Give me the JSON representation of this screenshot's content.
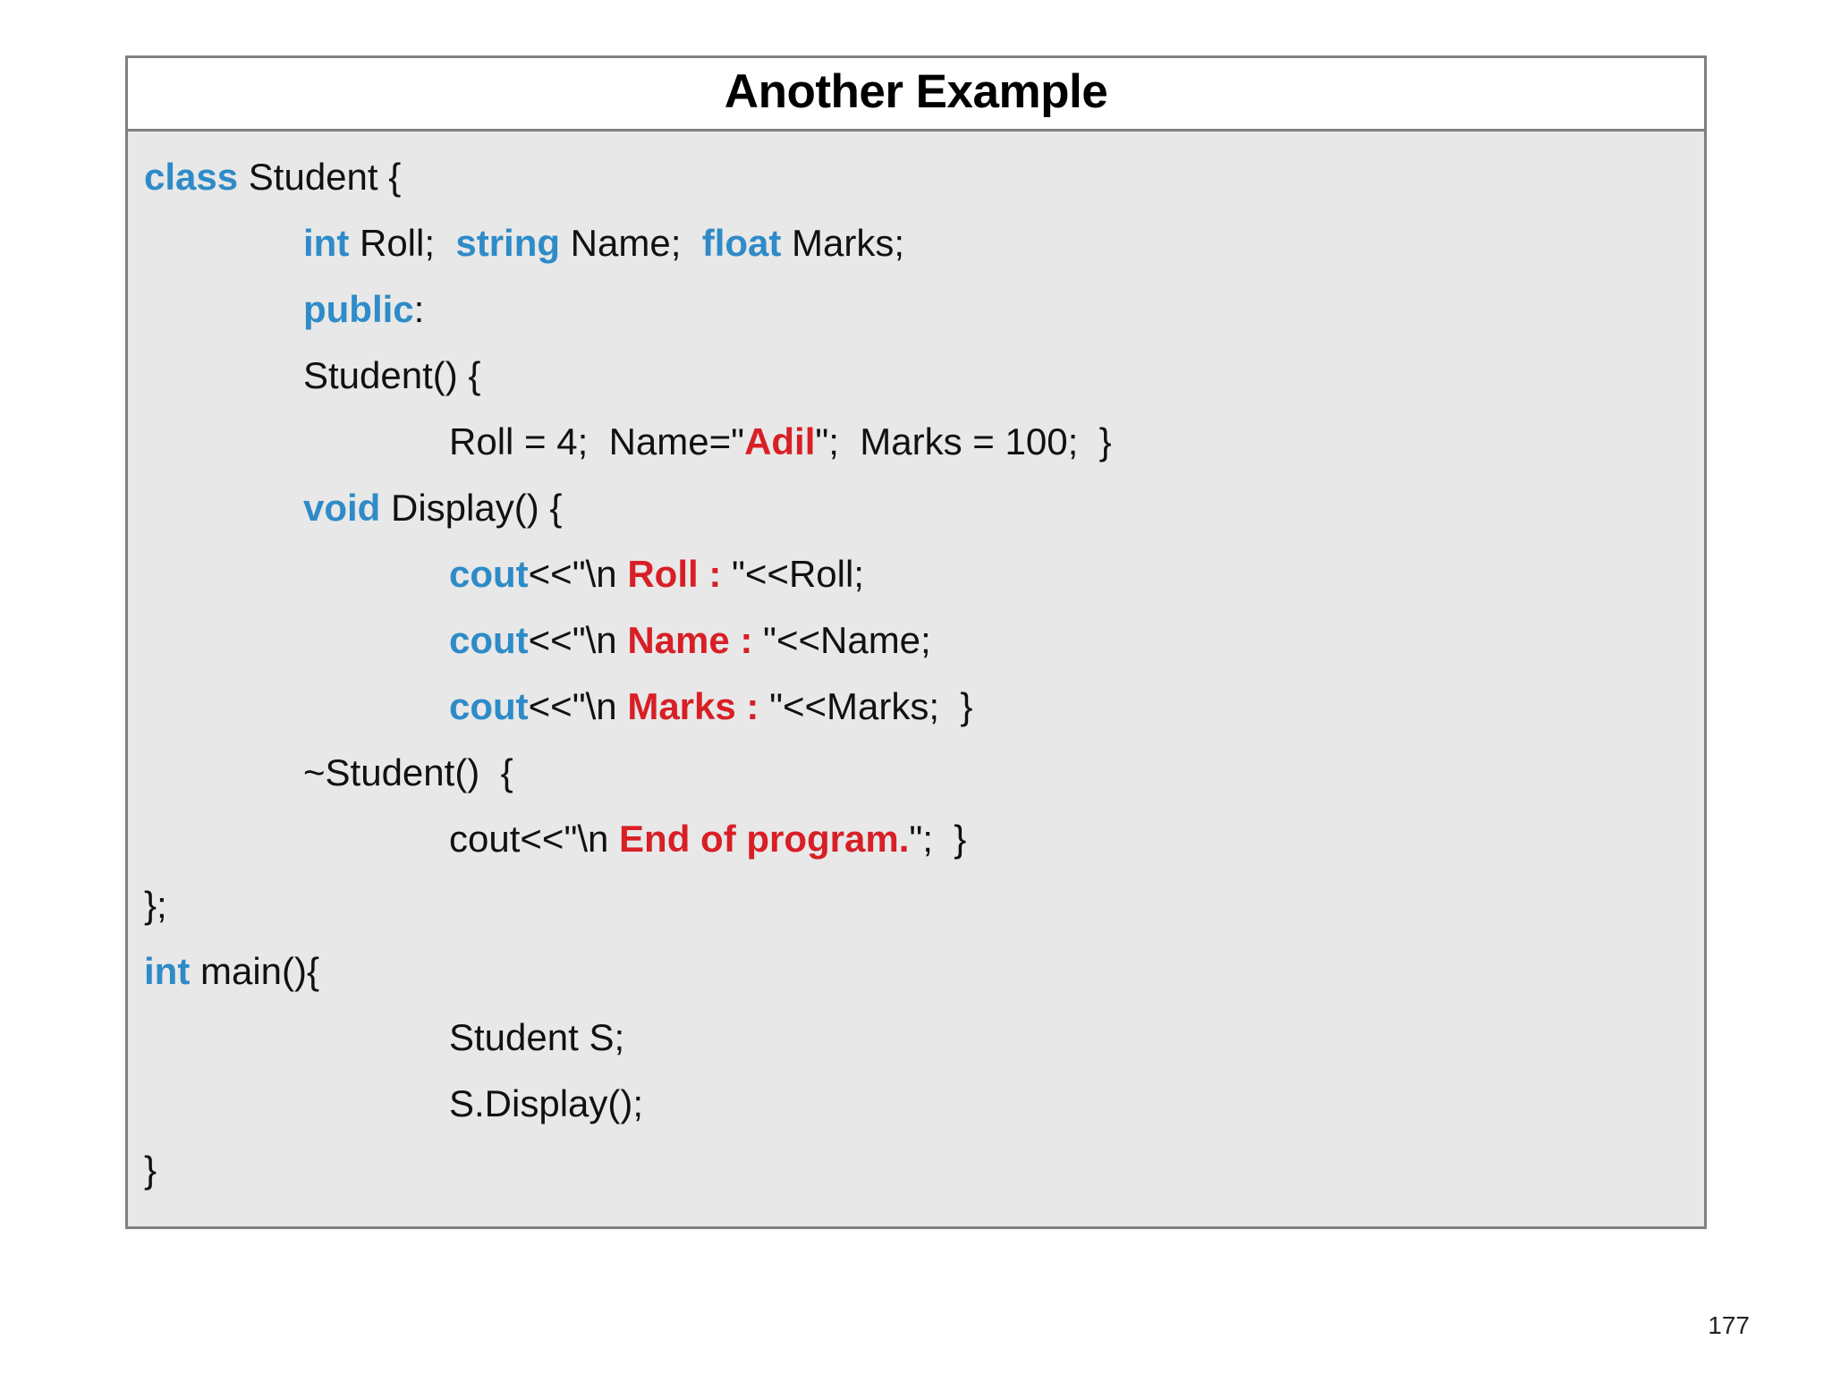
{
  "slide": {
    "title": "Another Example",
    "page_number": "177",
    "colors": {
      "background": "#e8e8e8",
      "border": "#808080",
      "title_band": "#ffffff",
      "keyword_blue": "#2e8bc8",
      "string_red": "#d81f26",
      "plain_black": "#111111"
    }
  },
  "code": {
    "language": "cpp",
    "lines": [
      {
        "indent": 0,
        "tokens": [
          {
            "t": "class",
            "s": "kw"
          },
          {
            "t": " Student {",
            "s": "blk"
          }
        ]
      },
      {
        "indent": 1,
        "tokens": [
          {
            "t": "int",
            "s": "kw"
          },
          {
            "t": " Roll;  ",
            "s": "blk"
          },
          {
            "t": "string",
            "s": "kw"
          },
          {
            "t": " Name;  ",
            "s": "blk"
          },
          {
            "t": "float",
            "s": "kw"
          },
          {
            "t": " Marks;",
            "s": "blk"
          }
        ]
      },
      {
        "indent": 1,
        "tokens": [
          {
            "t": "public",
            "s": "kw"
          },
          {
            "t": ":",
            "s": "blk"
          }
        ]
      },
      {
        "indent": 1,
        "tokens": [
          {
            "t": "Student() {",
            "s": "blk"
          }
        ]
      },
      {
        "indent": 2,
        "tokens": [
          {
            "t": "Roll = 4;  Name=\"",
            "s": "blk"
          },
          {
            "t": "Adil",
            "s": "str"
          },
          {
            "t": "\";  Marks = 100;  }",
            "s": "blk"
          }
        ]
      },
      {
        "indent": 1,
        "tokens": [
          {
            "t": "void",
            "s": "kw"
          },
          {
            "t": " Display() {",
            "s": "blk"
          }
        ]
      },
      {
        "indent": 2,
        "tokens": [
          {
            "t": "cout",
            "s": "kw"
          },
          {
            "t": "<<\"\\n ",
            "s": "blk"
          },
          {
            "t": "Roll : ",
            "s": "str"
          },
          {
            "t": "\"<<Roll;",
            "s": "blk"
          }
        ]
      },
      {
        "indent": 2,
        "tokens": [
          {
            "t": "cout",
            "s": "kw"
          },
          {
            "t": "<<\"\\n ",
            "s": "blk"
          },
          {
            "t": "Name : ",
            "s": "str"
          },
          {
            "t": "\"<<Name;",
            "s": "blk"
          }
        ]
      },
      {
        "indent": 2,
        "tokens": [
          {
            "t": "cout",
            "s": "kw"
          },
          {
            "t": "<<\"\\n ",
            "s": "blk"
          },
          {
            "t": "Marks : ",
            "s": "str"
          },
          {
            "t": "\"<<Marks;  }",
            "s": "blk"
          }
        ]
      },
      {
        "indent": 1,
        "tokens": [
          {
            "t": "~Student()  {",
            "s": "blk"
          }
        ]
      },
      {
        "indent": 2,
        "tokens": [
          {
            "t": "cout<<\"\\n ",
            "s": "blk"
          },
          {
            "t": "End of program.",
            "s": "str"
          },
          {
            "t": "\";  }",
            "s": "blk"
          }
        ]
      },
      {
        "indent": 0,
        "tokens": [
          {
            "t": "};",
            "s": "blk"
          }
        ]
      },
      {
        "indent": 0,
        "tokens": [
          {
            "t": "int",
            "s": "kw"
          },
          {
            "t": " main(){",
            "s": "blk"
          }
        ]
      },
      {
        "indent": 2,
        "tokens": [
          {
            "t": "Student S;",
            "s": "blk"
          }
        ]
      },
      {
        "indent": 2,
        "tokens": [
          {
            "t": "S.Display();",
            "s": "blk"
          }
        ]
      },
      {
        "indent": 0,
        "tokens": [
          {
            "t": "}",
            "s": "blk"
          }
        ]
      }
    ]
  }
}
